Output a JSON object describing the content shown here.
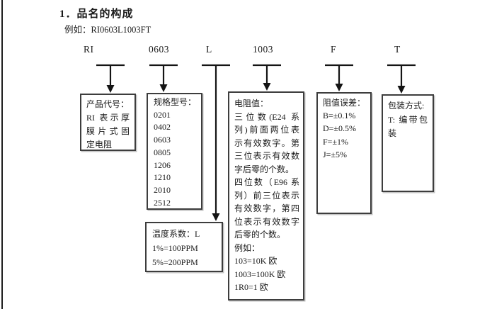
{
  "page": {
    "title": "1．品名的构成",
    "example": "例如：RI0603L1003FT"
  },
  "code_parts": [
    {
      "label": "RI"
    },
    {
      "label": "0603"
    },
    {
      "label": "L"
    },
    {
      "label": "1003"
    },
    {
      "label": "F"
    },
    {
      "label": "T"
    }
  ],
  "boxes": {
    "product_code": {
      "lines": [
        "产品代号：",
        "RI 表示厚",
        "膜片式固",
        "定电阻"
      ]
    },
    "spec_size": {
      "lines": [
        "规格型号：",
        "0201",
        "0402",
        "0603",
        "0805",
        "1206",
        "1210",
        "2010",
        "2512"
      ]
    },
    "temp_coefficient": {
      "lines": [
        "温度系数：L",
        "1%=100PPM",
        "5%=200PPM"
      ]
    },
    "resistance_value": {
      "lines": [
        "电阻值：",
        "三位数(E24 系",
        "列)前面两位表",
        "示有效数字。第",
        "三位表示有效数",
        "字后零的个数。",
        "四位数（E96 系",
        "列）前三位表示",
        "有效数字，第四",
        "位表示有效数字",
        "后零的个数。",
        "例如：",
        "103=10K 欧",
        "1003=100K 欧",
        "1R0=1 欧"
      ]
    },
    "tolerance": {
      "lines": [
        "阻值误差：",
        "B=±0.1%",
        "D=±0.5%",
        "F=±1%",
        "J=±5%"
      ]
    },
    "packaging": {
      "lines": [
        "包装方式:",
        "T: 编带包",
        "装"
      ]
    }
  }
}
